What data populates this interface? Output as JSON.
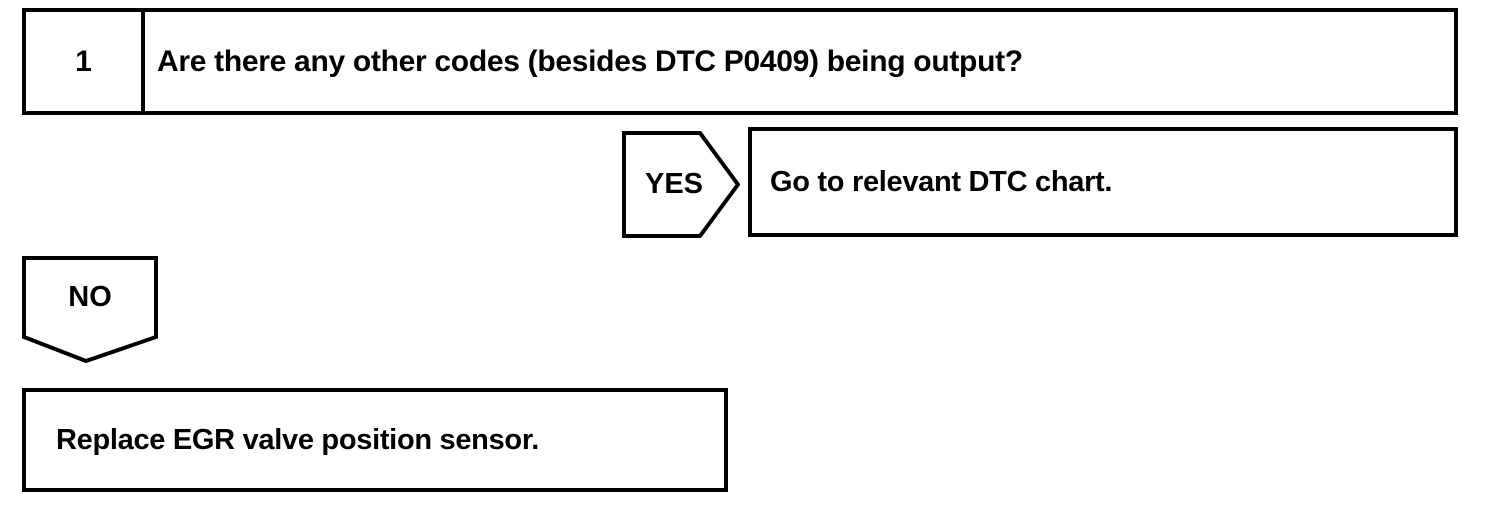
{
  "colors": {
    "ink": "#000000",
    "paper": "#ffffff"
  },
  "flowchart": {
    "step": {
      "number": "1",
      "question": "Are there any other codes (besides DTC P0409) being output?"
    },
    "yes_branch": {
      "label": "YES",
      "action": "Go to relevant DTC chart."
    },
    "no_branch": {
      "label": "NO",
      "action": "Replace EGR valve position sensor."
    }
  }
}
